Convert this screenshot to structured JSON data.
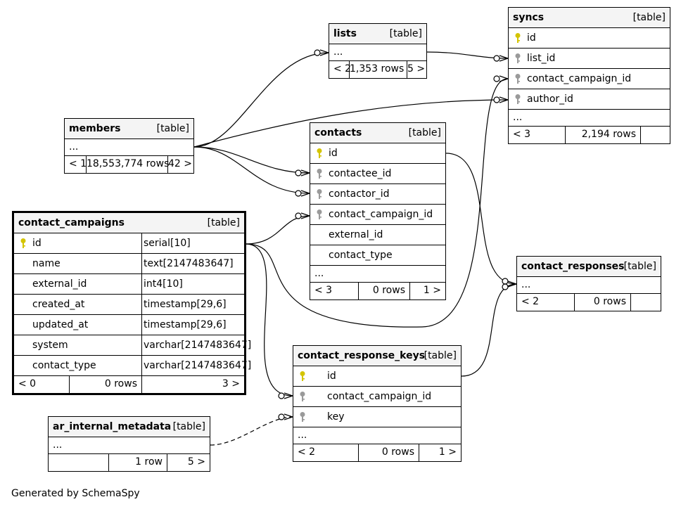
{
  "footer": "Generated by SchemaSpy",
  "key_colors": {
    "primary": "#d4c400",
    "foreign": "#9a9a9a"
  },
  "tables": {
    "syncs": {
      "name": "syncs",
      "type": "[table]",
      "columns": [
        "id",
        "list_id",
        "contact_campaign_id",
        "author_id"
      ],
      "more": "...",
      "stats": {
        "left": "< 3",
        "rows": "2,194 rows",
        "right": ""
      }
    },
    "lists": {
      "name": "lists",
      "type": "[table]",
      "more": "...",
      "stats": {
        "left": "< 2",
        "rows": "1,353 rows",
        "right": "5 >"
      }
    },
    "members": {
      "name": "members",
      "type": "[table]",
      "more": "...",
      "stats": {
        "left": "< 1",
        "rows": "18,553,774 rows",
        "right": "42 >"
      }
    },
    "contacts": {
      "name": "contacts",
      "type": "[table]",
      "columns": [
        "id",
        "contactee_id",
        "contactor_id",
        "contact_campaign_id",
        "external_id",
        "contact_type"
      ],
      "more": "...",
      "stats": {
        "left": "< 3",
        "rows": "0 rows",
        "right": "1 >"
      }
    },
    "contact_campaigns": {
      "name": "contact_campaigns",
      "type": "[table]",
      "columns": [
        {
          "name": "id",
          "type": "serial[10]"
        },
        {
          "name": "name",
          "type": "text[2147483647]"
        },
        {
          "name": "external_id",
          "type": "int4[10]"
        },
        {
          "name": "created_at",
          "type": "timestamp[29,6]"
        },
        {
          "name": "updated_at",
          "type": "timestamp[29,6]"
        },
        {
          "name": "system",
          "type": "varchar[2147483647]"
        },
        {
          "name": "contact_type",
          "type": "varchar[2147483647]"
        }
      ],
      "stats": {
        "left": "< 0",
        "rows": "0 rows",
        "right": "3 >"
      }
    },
    "contact_responses": {
      "name": "contact_responses",
      "type": "[table]",
      "more": "...",
      "stats": {
        "left": "< 2",
        "rows": "0 rows",
        "right": ""
      }
    },
    "contact_response_keys": {
      "name": "contact_response_keys",
      "type": "[table]",
      "columns": [
        "id",
        "contact_campaign_id",
        "key"
      ],
      "more": "...",
      "stats": {
        "left": "< 2",
        "rows": "0 rows",
        "right": "1 >"
      }
    },
    "ar_internal_metadata": {
      "name": "ar_internal_metadata",
      "type": "[table]",
      "more": "...",
      "stats": {
        "left": "",
        "rows": "1 row",
        "right": "5 >"
      }
    }
  }
}
